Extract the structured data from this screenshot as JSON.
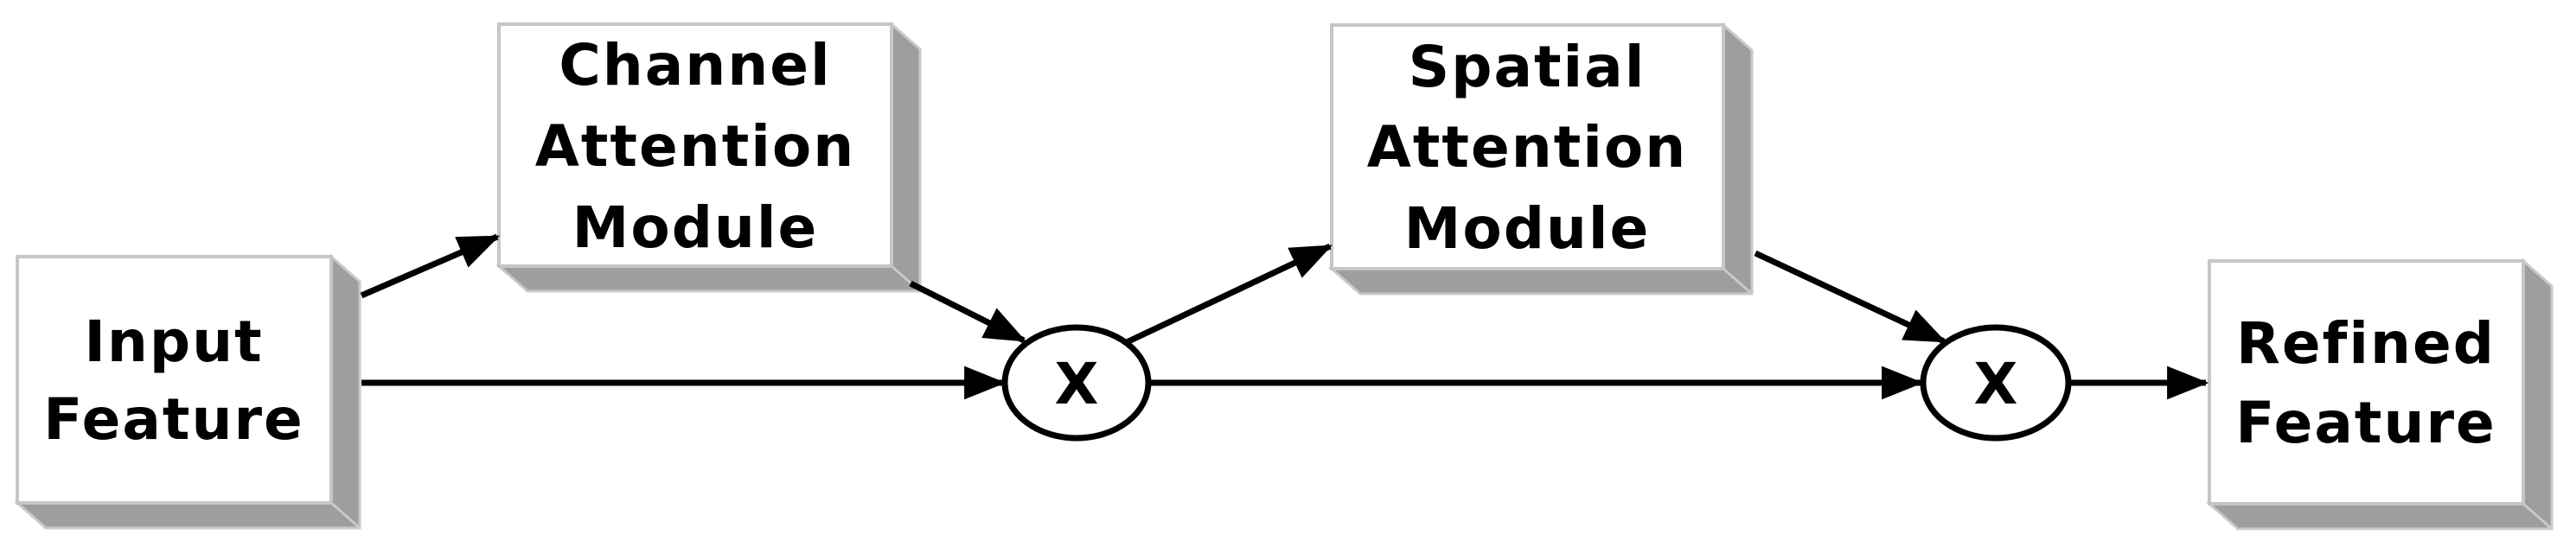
{
  "diagram": {
    "type": "flow-diagram",
    "nodes": {
      "input_feature": {
        "label": "Input Feature",
        "lines": [
          "Input",
          "Feature"
        ]
      },
      "channel_attention": {
        "label": "Channel Attention Module",
        "lines": [
          "Channel",
          "Attention",
          "Module"
        ]
      },
      "multiply_1": {
        "symbol": "X"
      },
      "spatial_attention": {
        "label": "Spatial Attention Module",
        "lines": [
          "Spatial",
          "Attention",
          "Module"
        ]
      },
      "multiply_2": {
        "symbol": "X"
      },
      "refined_feature": {
        "label": "Refined Feature",
        "lines": [
          "Refined",
          "Feature"
        ]
      }
    },
    "edges": [
      {
        "from": "input_feature",
        "to": "channel_attention"
      },
      {
        "from": "input_feature",
        "to": "multiply_1"
      },
      {
        "from": "channel_attention",
        "to": "multiply_1"
      },
      {
        "from": "multiply_1",
        "to": "spatial_attention"
      },
      {
        "from": "multiply_1",
        "to": "multiply_2"
      },
      {
        "from": "spatial_attention",
        "to": "multiply_2"
      },
      {
        "from": "multiply_2",
        "to": "refined_feature"
      }
    ],
    "colors": {
      "background": "#ffffff",
      "box_fill": "#ffffff",
      "box_border": "#c6c6c6",
      "box_shadow_side": "#9e9e9e",
      "box_shadow_outline": "#c9c9c9",
      "arrow": "#000000",
      "text": "#000000"
    }
  }
}
